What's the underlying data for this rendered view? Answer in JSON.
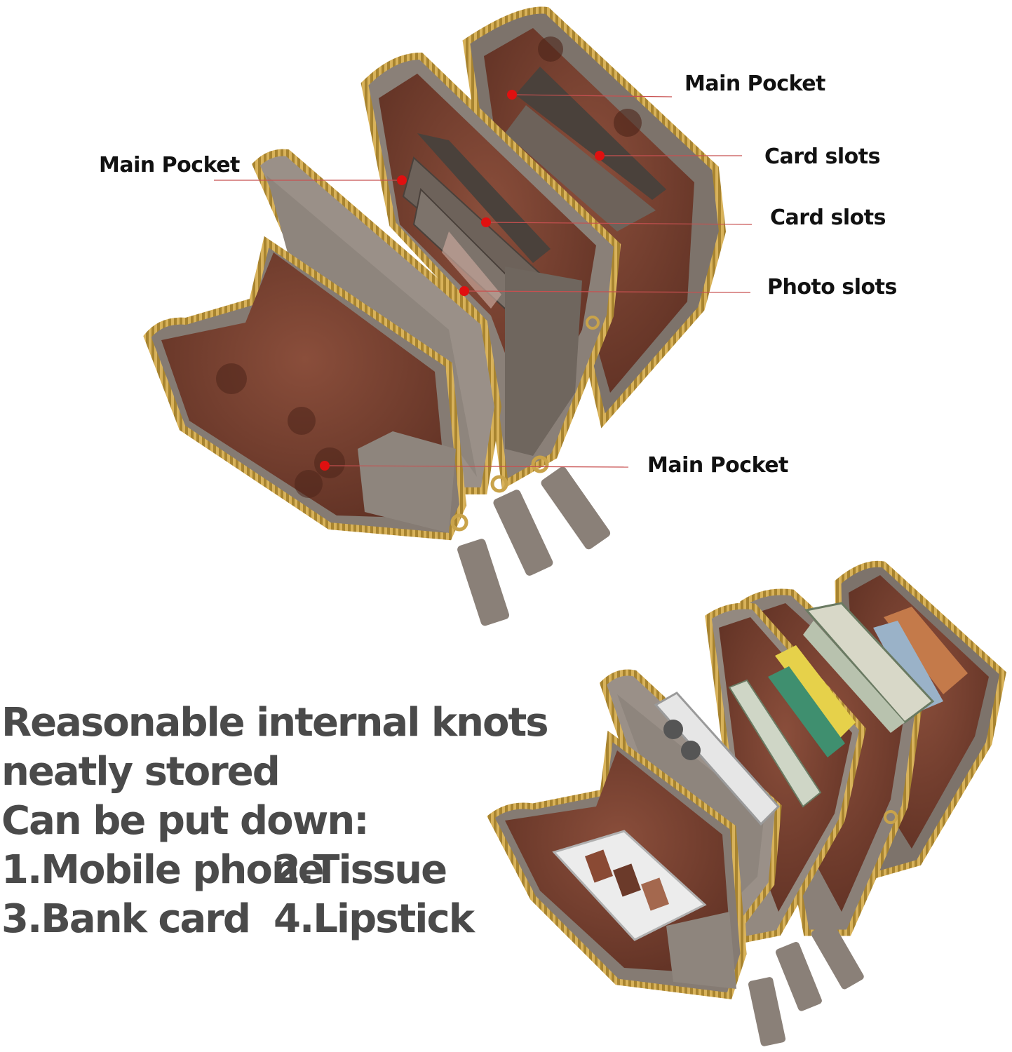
{
  "callouts": {
    "main_pocket_top_right": "Main Pocket",
    "main_pocket_left": "Main Pocket",
    "card_slots_1": "Card slots",
    "card_slots_2": "Card slots",
    "photo_slots": "Photo slots",
    "main_pocket_bottom": "Main Pocket"
  },
  "promo": {
    "line1": "Reasonable internal knots",
    "line2": "neatly stored",
    "line3": "Can be put down:",
    "item1": "1.Mobile phone",
    "item2": "2.Tissue",
    "item3": "3.Bank card",
    "item4": "4.Lipstick"
  },
  "colors": {
    "leather": "#8a8078",
    "lining": "#6e3b2c",
    "zipper": "#d8b25a",
    "marker": "#e01010",
    "leader_line": "#c85050"
  }
}
